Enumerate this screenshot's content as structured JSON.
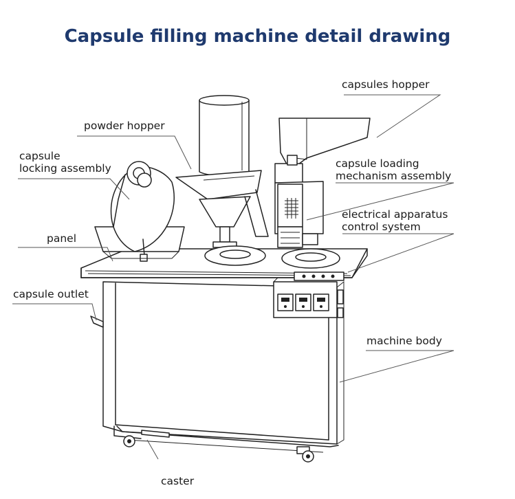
{
  "title": "Capsule filling machine detail drawing",
  "labels": {
    "capsules_hopper": "capsules hopper",
    "powder_hopper": "powder hopper",
    "capsule_locking_1": "capsule",
    "capsule_locking_2": "locking assembly",
    "capsule_loading_1": "capsule loading",
    "capsule_loading_2": "mechanism assembly",
    "electrical_1": "electrical apparatus",
    "electrical_2": "control system",
    "panel": "panel",
    "capsule_outlet": "capsule outlet",
    "machine_body": "machine body",
    "caster": "caster"
  },
  "colors": {
    "title": "#1f3a6e",
    "line": "#222222",
    "label": "#1a1a1a"
  }
}
